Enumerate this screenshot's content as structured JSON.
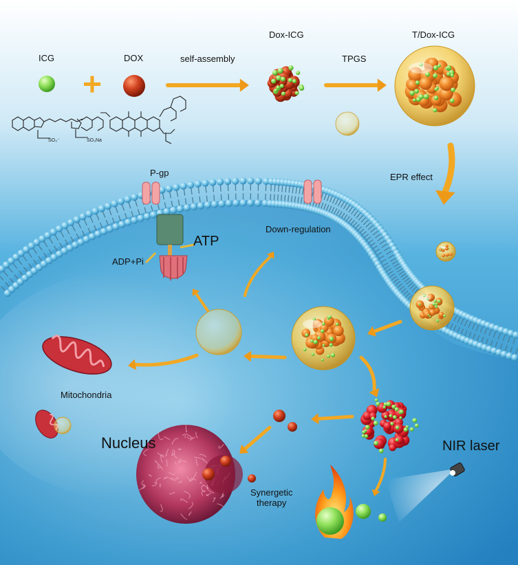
{
  "labels": {
    "icg": "ICG",
    "dox": "DOX",
    "self_assembly": "self-assembly",
    "dox_icg": "Dox-ICG",
    "tpgs": "TPGS",
    "t_dox_icg": "T/Dox-ICG",
    "epr_effect": "EPR effect",
    "p_gp": "P-gp",
    "atp": "ATP",
    "adp_pi": "ADP+Pi",
    "down_regulation": "Down-regulation",
    "mitochondria": "Mitochondria",
    "nucleus": "Nucleus",
    "nir_laser": "NIR laser",
    "synergetic_therapy": [
      "Synergetic",
      "therapy"
    ],
    "sulfonate_1": "SO₃⁻",
    "sulfonate_2": "SO₃Na"
  },
  "colors": {
    "background_top": "#ffffff",
    "background_bottom": "#2a8fc9",
    "membrane_head": "#6fc3e6",
    "arrow": "#f2a823",
    "icg_green": "#8fe05a",
    "dox_red": "#c8371c",
    "micelle_gold": "#f5cc55",
    "mitochondria_red": "#c8303a",
    "nucleus_magenta": "#b3385f"
  }
}
